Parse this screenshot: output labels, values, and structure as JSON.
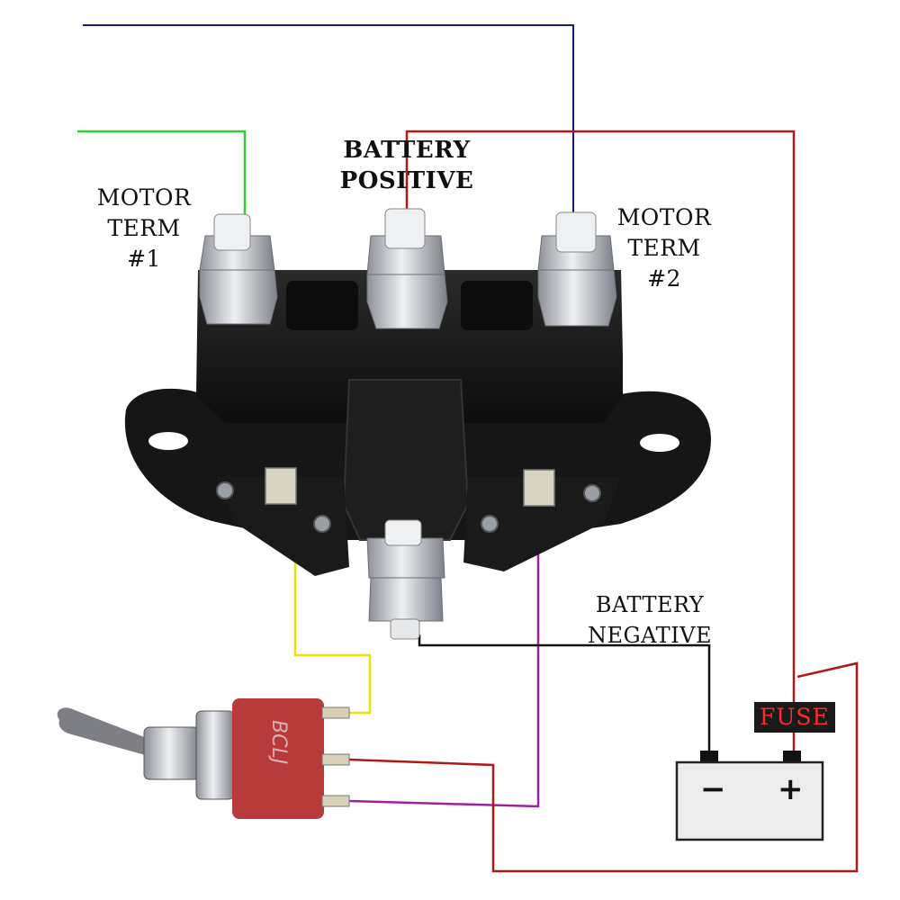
{
  "labels": {
    "motor_term_1": [
      "MOTOR",
      "TERM",
      "#1"
    ],
    "battery_positive": [
      "BATTERY",
      "POSITIVE"
    ],
    "motor_term_2": [
      "MOTOR",
      "TERM",
      "#2"
    ],
    "battery_negative": [
      "BATTERY",
      "NEGATIVE"
    ],
    "fuse": "FUSE"
  },
  "battery": {
    "negative_sign": "−",
    "positive_sign": "+"
  },
  "switch_marking": "BCLJ",
  "wire_colors": {
    "motor_term_1": "#33cc33",
    "motor_term_2": "#1a1a7a",
    "battery_positive": "#b01818",
    "switch_to_left_coil": "#e6e600",
    "switch_to_right_coil": "#a020a0",
    "battery_negative": "#111111",
    "fuse_to_switch": "#b01818"
  },
  "component_colors": {
    "solenoid": "#1a1a1a",
    "switch_body": "#b83a3a",
    "terminal_metal": "#c9ccd1"
  }
}
